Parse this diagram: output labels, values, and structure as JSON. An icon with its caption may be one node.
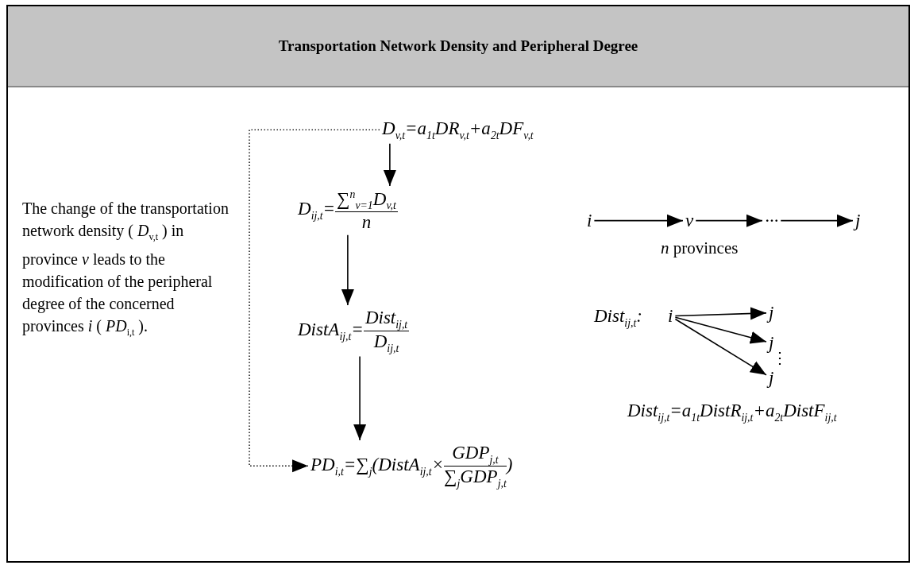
{
  "diagram": {
    "title": "Transportation Network Density and Peripheral Degree",
    "nodes": [
      {
        "text": [
          "D$_{v,t}$=a$_{1t}$DR$_{v,t}$+a$_{2t}$DF$_{v,t}$"
        ]
      },
      {
        "text": [
          "D$_{ij,t}$=",
          "∑$^{n}$$_{v=1}$D$_{v,t}$",
          "n"
        ]
      },
      {
        "text": [
          "DistA$_{ij,t}$=",
          "Dist$_{ij,t}$",
          "D$_{ij,t}$"
        ]
      },
      {
        "text": [
          "PD$_{i,t}$=∑$_{j}$(DistA$_{ij,t}$×",
          "GDP$_{j,t}$",
          "∑$_{j}$GDP$_{j,t}$",
          ")"
        ]
      },
      {
        "text": [
          "i"
        ]
      },
      {
        "text": [
          "v"
        ]
      },
      {
        "text": [
          "···"
        ]
      },
      {
        "text": [
          "j"
        ]
      },
      {
        "text": [
          "i"
        ],
        "beside": [
          "Dist$_{ij,t}$:"
        ]
      },
      {
        "text": [
          "j"
        ]
      },
      {
        "text": [
          "j"
        ]
      },
      {
        "text": [
          "j"
        ]
      }
    ],
    "edges": [
      {
        "from": 0,
        "to": 1,
        "arrow": "to"
      },
      {
        "from": 1,
        "to": 2,
        "arrow": "to"
      },
      {
        "from": 2,
        "to": 3,
        "arrow": "to"
      },
      {
        "from": 0,
        "to": 3,
        "arrow": "to",
        "style": "dashed"
      },
      {
        "from": 4,
        "to": 5,
        "arrow": "to"
      },
      {
        "from": 5,
        "to": 6,
        "arrow": "to"
      },
      {
        "from": 6,
        "to": 7,
        "arrow": "to"
      },
      {
        "from": 8,
        "to": 9,
        "arrow": "to"
      },
      {
        "from": 8,
        "to": 10,
        "arrow": "to"
      },
      {
        "from": 8,
        "to": 11,
        "arrow": "to"
      }
    ],
    "labels": [
      "The change of the transportation network density ( *D*$_{v,t}$ ) in province *v* leads to the modification of the peripheral degree of the concerned provinces *i* ( *PD*$_{i,t}$ ).",
      "*n* provinces",
      "⋮",
      "Dist$_{ij,t}$=a$_{1t}$DistR$_{ij,t}$+a$_{2t}$DistF$_{ij,t}$"
    ]
  }
}
